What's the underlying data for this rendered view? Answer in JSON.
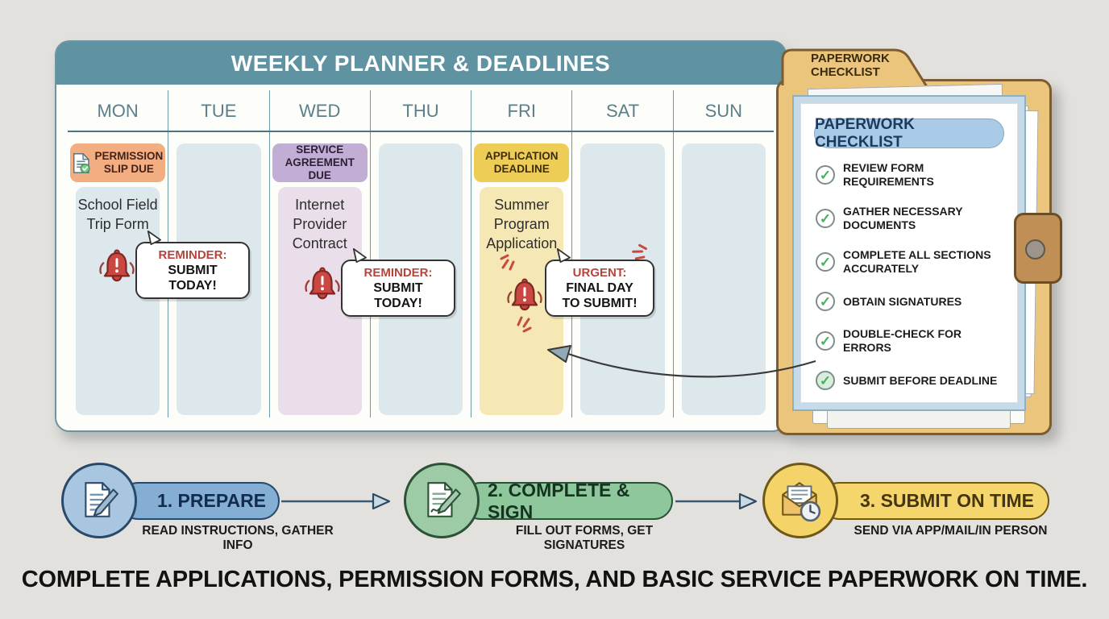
{
  "planner": {
    "title": "WEEKLY PLANNER & DEADLINES",
    "days": [
      "MON",
      "TUE",
      "WED",
      "THU",
      "FRI",
      "SAT",
      "SUN"
    ],
    "events": [
      {
        "day": "MON",
        "badge": "PERMISSION\nSLIP DUE",
        "item": "School Field\nTrip Form",
        "callout": {
          "prefix": "REMINDER:",
          "text": "SUBMIT TODAY!"
        }
      },
      {
        "day": "WED",
        "badge": "SERVICE\nAGREEMENT DUE",
        "item": "Internet\nProvider\nContract",
        "callout": {
          "prefix": "REMINDER:",
          "text": "SUBMIT TODAY!"
        }
      },
      {
        "day": "FRI",
        "badge": "APPLICATION\nDEADLINE",
        "item": "Summer\nProgram\nApplication",
        "callout": {
          "prefix": "URGENT:",
          "text": "FINAL DAY\nTO SUBMIT!"
        }
      }
    ]
  },
  "checklist": {
    "tab_title": "PAPERWORK\nCHECKLIST",
    "title": "PAPERWORK CHECKLIST",
    "items": [
      "REVIEW FORM REQUIREMENTS",
      "GATHER NECESSARY DOCUMENTS",
      "COMPLETE ALL SECTIONS ACCURATELY",
      "OBTAIN SIGNATURES",
      "DOUBLE-CHECK FOR ERRORS",
      "SUBMIT BEFORE DEADLINE"
    ],
    "check_glyph": "✓"
  },
  "steps": [
    {
      "label": "1. PREPARE",
      "sub": "READ INSTRUCTIONS, GATHER INFO"
    },
    {
      "label": "2. COMPLETE & SIGN",
      "sub": "FILL OUT FORMS, GET SIGNATURES"
    },
    {
      "label": "3. SUBMIT ON TIME",
      "sub": "SEND VIA APP/MAIL/IN PERSON"
    }
  ],
  "caption": "COMPLETE APPLICATIONS, PERMISSION FORMS, AND BASIC SERVICE PAPERWORK ON TIME.",
  "colors": {
    "background": "#e3e1dd",
    "header_teal": "#5f93a2",
    "column_fill": "#dce8ec",
    "mon_badge": "#f2ae81",
    "wed_badge": "#c2add4",
    "fri_badge": "#eecd57",
    "wed_fill": "#e9deea",
    "fri_fill": "#f6e8b4",
    "alert_red": "#b5443c",
    "bell_red": "#cb4742",
    "check_green": "#4cae62",
    "folder_tan": "#ecc57c",
    "checklist_pill": "#a9cbe7",
    "step1_blue": "#84aed3",
    "step2_green": "#8ec79b",
    "step3_yellow": "#f5d66c"
  }
}
